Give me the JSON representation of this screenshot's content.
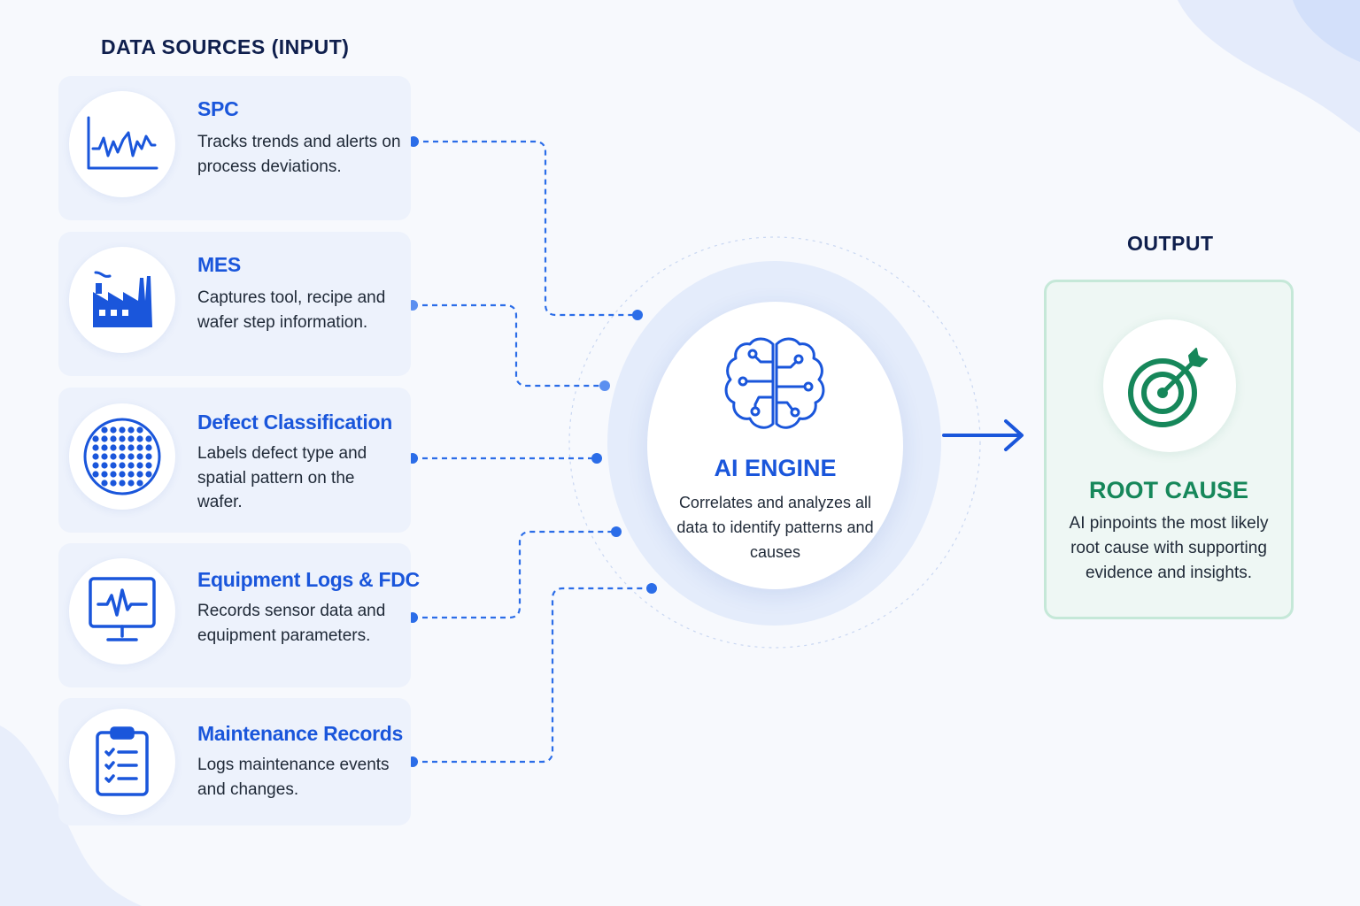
{
  "input_heading": "DATA SOURCES (INPUT)",
  "output_heading": "OUTPUT",
  "sources": [
    {
      "title": "SPC",
      "description": "Tracks trends and alerts on process deviations.",
      "icon": "trend-chart-icon"
    },
    {
      "title": "MES",
      "description": "Captures tool, recipe and wafer step information.",
      "icon": "factory-icon"
    },
    {
      "title": "Defect Classification",
      "description": "Labels defect type and spatial pattern on the wafer.",
      "icon": "wafer-icon"
    },
    {
      "title": "Equipment Logs & FDC",
      "description": "Records sensor data and equipment parameters.",
      "icon": "monitor-pulse-icon"
    },
    {
      "title": "Maintenance Records",
      "description": "Logs maintenance events and changes.",
      "icon": "clipboard-checklist-icon"
    }
  ],
  "engine": {
    "title": "AI ENGINE",
    "description": "Correlates and analyzes all data to identify patterns and causes",
    "icon": "brain-circuit-icon"
  },
  "output": {
    "title": "ROOT CAUSE",
    "description": "AI pinpoints the most likely root cause with supporting evidence and insights.",
    "icon": "target-arrow-icon"
  },
  "colors": {
    "accent_blue": "#1a56db",
    "accent_green": "#16875a",
    "heading_navy": "#0f1f4d",
    "card_background": "#edf2fc"
  }
}
